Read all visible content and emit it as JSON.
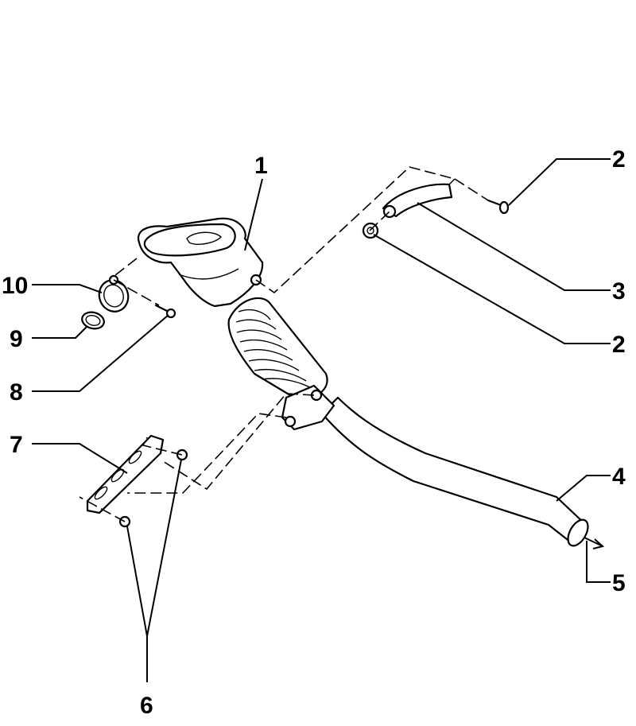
{
  "callouts": [
    {
      "id": "c1",
      "text": "1"
    },
    {
      "id": "c2a",
      "text": "2"
    },
    {
      "id": "c3",
      "text": "3"
    },
    {
      "id": "c2b",
      "text": "2"
    },
    {
      "id": "c4",
      "text": "4"
    },
    {
      "id": "c5",
      "text": "5"
    },
    {
      "id": "c6",
      "text": "6"
    },
    {
      "id": "c7",
      "text": "7"
    },
    {
      "id": "c8",
      "text": "8"
    },
    {
      "id": "c9",
      "text": "9"
    },
    {
      "id": "c10",
      "text": "10"
    }
  ]
}
